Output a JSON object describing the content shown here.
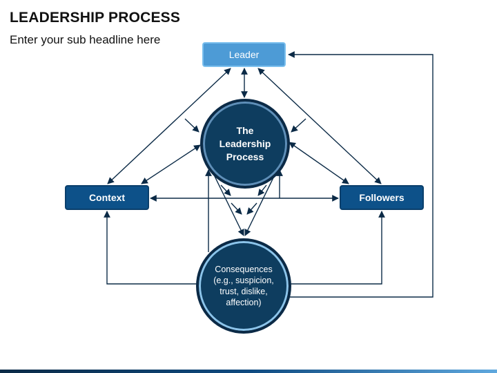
{
  "header": {
    "title": "LEADERSHIP PROCESS",
    "subtitle": "Enter your sub headline here"
  },
  "nodes": {
    "leader": "Leader",
    "context": "Context",
    "followers": "Followers",
    "process": "The Leadership Process",
    "consequences": "Consequences (e.g., suspicion, trust, dislike, affection)"
  },
  "colors": {
    "leader_fill": "#4d9bd6",
    "box_fill": "#0d5189",
    "circle_fill": "#0e3d5f",
    "arrow": "#0b2a46"
  }
}
